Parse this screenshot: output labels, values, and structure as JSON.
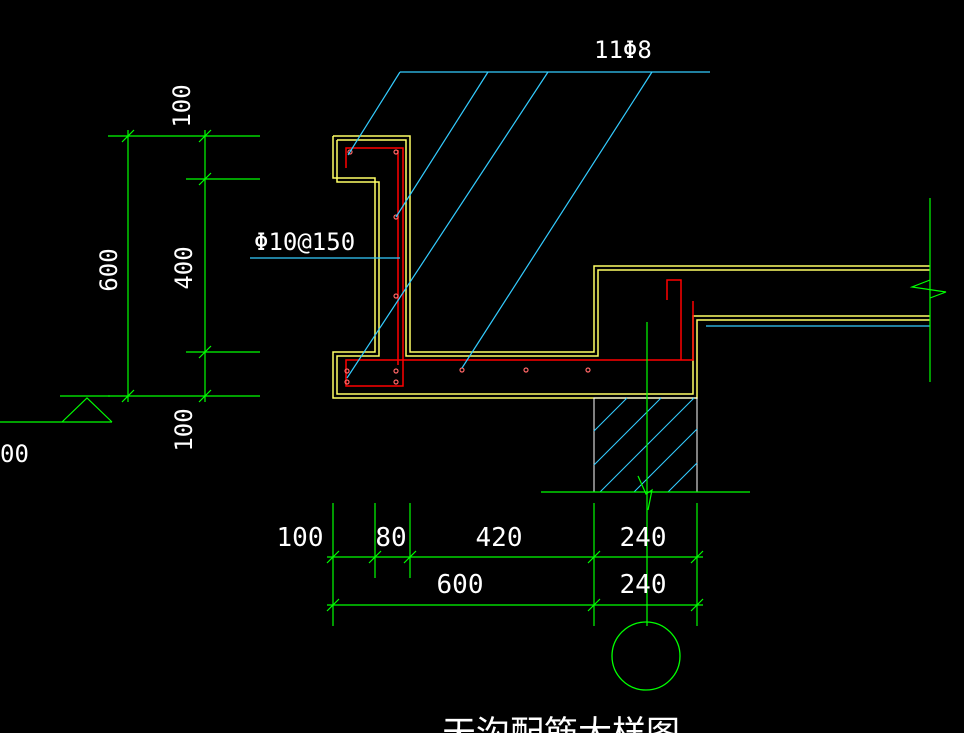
{
  "callouts": {
    "main_bars": "11Φ8",
    "stirrups": "Φ10@150"
  },
  "vertical_dims": {
    "top": "100",
    "mid": "400",
    "total": "600",
    "bottom": "100",
    "left_partial": "00"
  },
  "horizontal_dims": {
    "d1": "100",
    "d2": "80",
    "d3": "420",
    "d4": "240",
    "total": "600",
    "wall": "240"
  },
  "title": "天沟配筋大样图",
  "colors": {
    "background": "#000000",
    "outline": "#ffff66",
    "rebar": "#ff0000",
    "dimension": "#00ff00",
    "leader": "#33ccff",
    "text": "#ffffff"
  }
}
